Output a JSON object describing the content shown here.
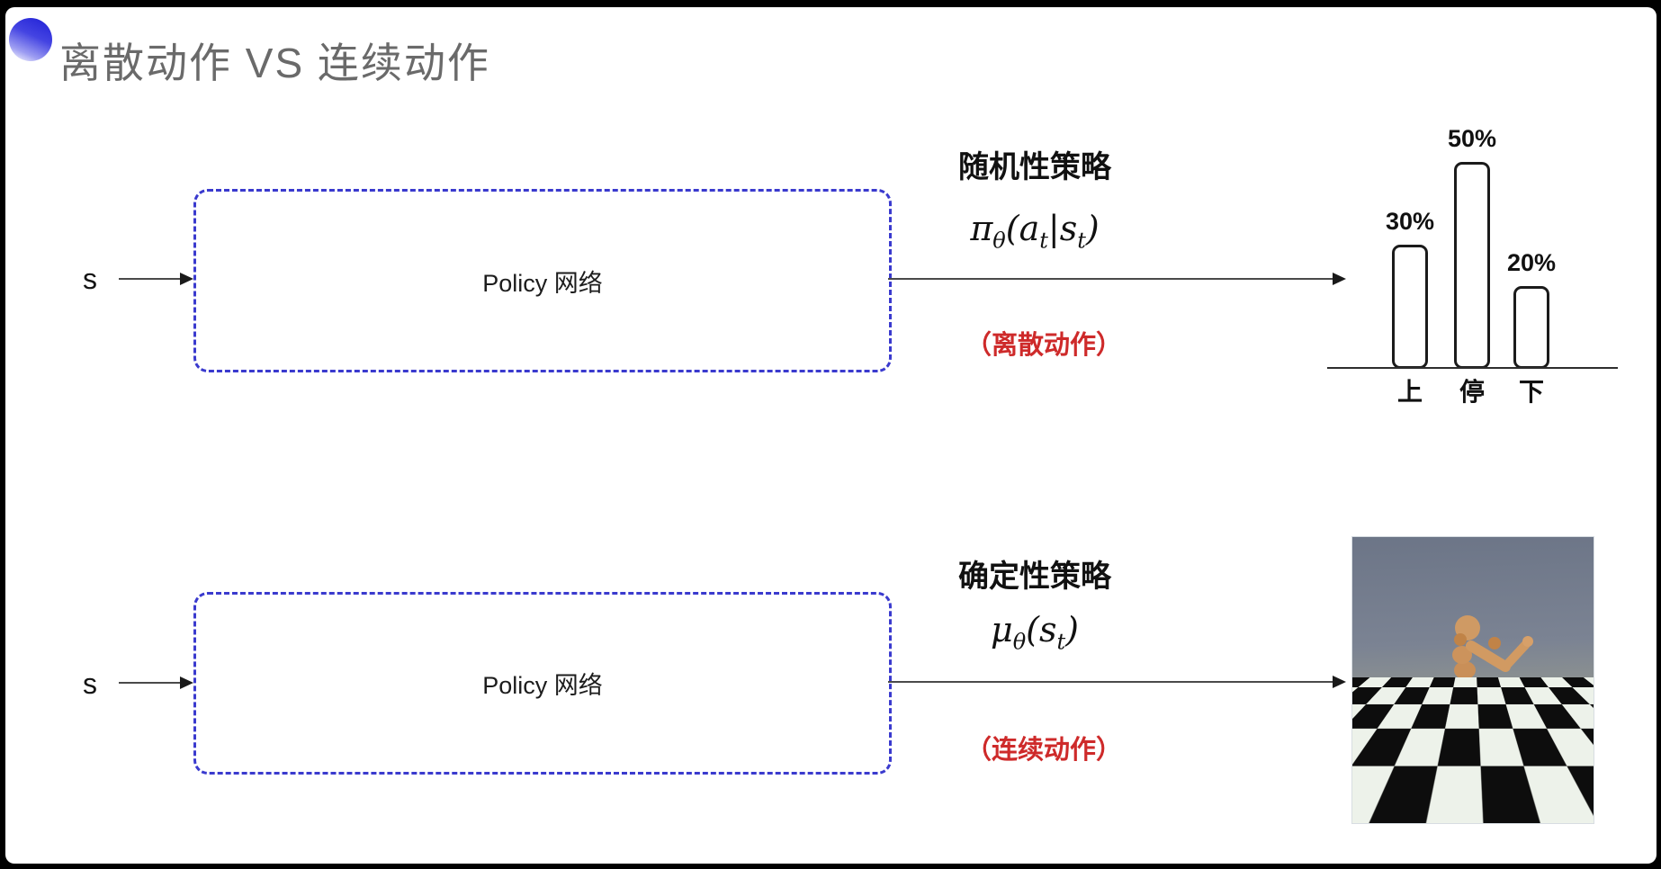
{
  "frame": {
    "title": "离散动作 VS 连续动作"
  },
  "colors": {
    "accent_blue": "#3a3ace",
    "accent_red": "#ce2a2a",
    "title_gray": "#6a6a6a",
    "line_gray": "#4a4a4a"
  },
  "rows": [
    {
      "input": "s",
      "box_label": "Policy 网络",
      "policy_type": "随机性策略",
      "formula": {
        "p1": "π",
        "s1": "θ",
        "p2": "(a",
        "s2": "t",
        "p3": "|s",
        "s3": "t",
        "p4": ")"
      },
      "note": "（离散动作）"
    },
    {
      "input": "s",
      "box_label": "Policy 网络",
      "policy_type": "确定性策略",
      "formula": {
        "p1": "μ",
        "s1": "θ",
        "p2": "(s",
        "s2": "t",
        "p3": ")"
      },
      "note": "（连续动作）"
    }
  ],
  "chart_data": {
    "type": "bar",
    "categories": [
      "上",
      "停",
      "下"
    ],
    "values": [
      30,
      50,
      20
    ],
    "value_labels": [
      "30%",
      "50%",
      "20%"
    ],
    "title": "",
    "xlabel": "",
    "ylabel": "",
    "ylim": [
      0,
      55
    ],
    "grid": false,
    "legend": false
  },
  "simulation": {
    "label": "humanoid-robot-simulation"
  }
}
